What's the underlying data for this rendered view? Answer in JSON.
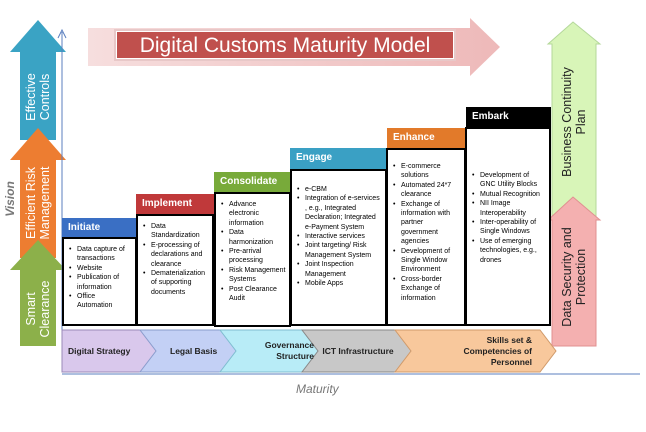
{
  "title": "Digital Customs Maturity Model",
  "axes": {
    "vertical": "Vision",
    "horizontal": "Maturity"
  },
  "vision_arrows": [
    {
      "label": "Smart Clearance",
      "color": "#8cb04a"
    },
    {
      "label": "Efficient Risk Management",
      "color": "#ed7d31"
    },
    {
      "label": "Effective Controls",
      "color": "#3aa3c4"
    }
  ],
  "right_arrows": [
    {
      "label": "Data Security and Protection",
      "color": "#f4b0b0"
    },
    {
      "label": "Business Continuity Plan",
      "color": "#d8f5b8"
    }
  ],
  "stages": [
    {
      "name": "Initiate",
      "color": "#3a6fc4",
      "items": [
        "Data capture of transactions",
        "Website",
        "Publication of information",
        "Office Automation"
      ]
    },
    {
      "name": "Implement",
      "color": "#c0393a",
      "items": [
        "Data Standardization",
        "E-processing of declarations and clearance",
        "Dematerialization of supporting documents"
      ]
    },
    {
      "name": "Consolidate",
      "color": "#78aa3a",
      "items": [
        "Advance electronic information",
        "Data harmonization",
        "Pre-arrival processing",
        "Risk Management Systems",
        "Post Clearance Audit"
      ]
    },
    {
      "name": "Engage",
      "color": "#3aa0c4",
      "items": [
        "e-CBM",
        "Integration of e-services , e.g., Integrated Declaration; Integrated e-Payment System",
        "Interactive services",
        "Joint targeting/ Risk Management System",
        "Joint Inspection Management",
        "Mobile Apps"
      ]
    },
    {
      "name": "Enhance",
      "color": "#e27a2a",
      "items": [
        "E-commerce solutions",
        "Automated 24*7 clearance",
        "Exchange of information with partner government agencies",
        "Development of Single Window Environment",
        "Cross-border Exchange of information"
      ]
    },
    {
      "name": "Embark",
      "color": "#000000",
      "items": [
        "Development of GNC Utility Blocks",
        "Mutual Recognition",
        "NII Image Interoperability",
        "Inter-operability of Single Windows",
        "Use of emerging technologies, e.g., drones"
      ]
    }
  ],
  "foundations": [
    {
      "label": "Digital Strategy",
      "color": "#d9c8ec"
    },
    {
      "label": "Legal Basis",
      "color": "#c3d0f5"
    },
    {
      "label": "Governance Structure",
      "color": "#b8ecf7"
    },
    {
      "label": "ICT Infrastructure",
      "color": "#c8c8c8"
    },
    {
      "label": "Skills set & Competencies of Personnel",
      "color": "#f8c89c"
    }
  ]
}
